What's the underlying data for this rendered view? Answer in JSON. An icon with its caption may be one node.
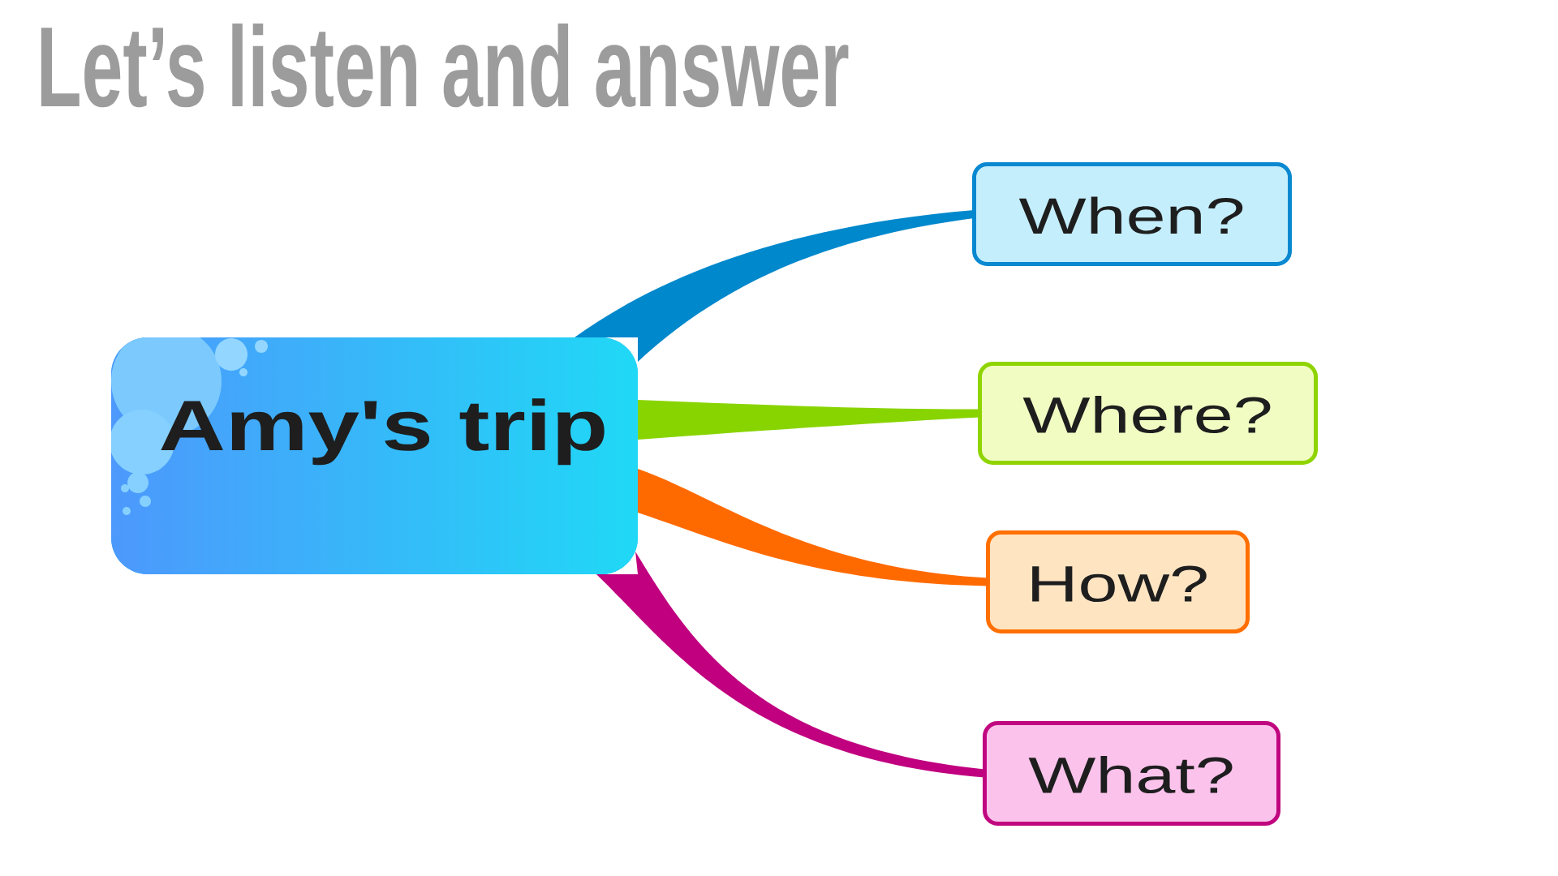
{
  "diagram": {
    "title": "Let’s listen and answer",
    "nodes": [
      {
        "text": [
          "Amy's trip"
        ]
      },
      {
        "text": [
          "When?"
        ]
      },
      {
        "text": [
          "Where?"
        ]
      },
      {
        "text": [
          "How?"
        ]
      },
      {
        "text": [
          "What?"
        ]
      }
    ],
    "edges": [
      {
        "from": 0,
        "to": 1,
        "arrow": "none",
        "color": "#0088cc"
      },
      {
        "from": 0,
        "to": 2,
        "arrow": "none",
        "color": "#88d400"
      },
      {
        "from": 0,
        "to": 3,
        "arrow": "none",
        "color": "#ff6a00"
      },
      {
        "from": 0,
        "to": 4,
        "arrow": "none",
        "color": "#c0007f"
      }
    ]
  }
}
